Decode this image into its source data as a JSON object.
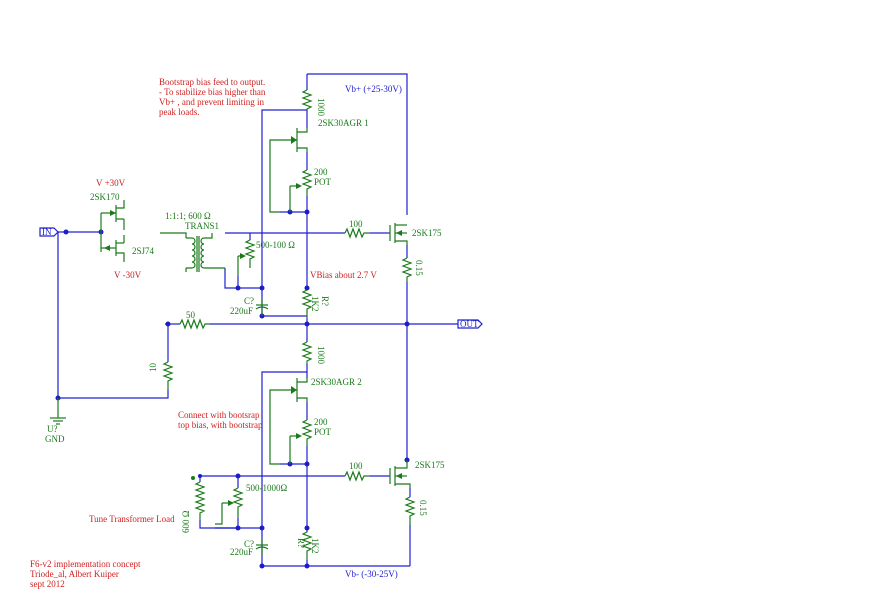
{
  "notes": {
    "bootstrap_1": "Bootstrap bias feed to output.",
    "bootstrap_2": "- To stabilize bias higher than",
    "bootstrap_3": "Vb+ , and prevent limiting in",
    "bootstrap_4": "peak loads.",
    "connect_1": "Connect  with bootsrap",
    "connect_2": "top bias, with bootstrap",
    "tune": "Tune Transformer Load",
    "vbias": "VBias about 2.7 V"
  },
  "rails": {
    "vb_plus": "Vb+ (+25-30V)",
    "vb_minus": "Vb-  (-30-25V)"
  },
  "ports": {
    "in": "IN",
    "out": "OUT"
  },
  "components": {
    "res_1000_top": "1000",
    "jfet_top": "2SK30AGR 1",
    "pot_top_val": "200",
    "pot_top_lbl": "POT",
    "res_100_top": "100",
    "mosfet_top": "2SK175",
    "res_015_top": "0.15",
    "q_2sk170": "2SK170",
    "v_plus30": "V +30V",
    "q_2sj74": "2SJ74",
    "v_minus30": "V -30V",
    "trans_ratio": "1:1:1; 600 Ω",
    "trans_name": "TRANS1",
    "pot_500_top": "500-100 Ω",
    "cap_top_name": "C?",
    "cap_top_val": "220uF",
    "r1k2_top": "1K2",
    "r1k2_top_q": "R?",
    "res_50": "50",
    "res_10": "10",
    "gnd_name": "U?",
    "gnd_lbl": "GND",
    "res_1000_bot": "1000",
    "jfet_bot": "2SK30AGR 2",
    "pot_bot_val": "200",
    "pot_bot_lbl": "POT",
    "res_100_bot": "100",
    "mosfet_bot": "2SK175",
    "res_015_bot": "0.15",
    "pot_500_bot": "500-1000Ω",
    "res_600": "600 Ω",
    "cap_bot_name": "C?",
    "cap_bot_val": "220uF",
    "r1k2_bot": "1K2",
    "r1k2_bot_q": "R?"
  },
  "footer": {
    "line1": "F6-v2 implementation concept",
    "line2": "Triode_al, Albert Kuiper",
    "line3": "sept 2012"
  },
  "colors": {
    "wire": "#2020d0",
    "component": "#1a7a1a",
    "note": "#d02020"
  }
}
